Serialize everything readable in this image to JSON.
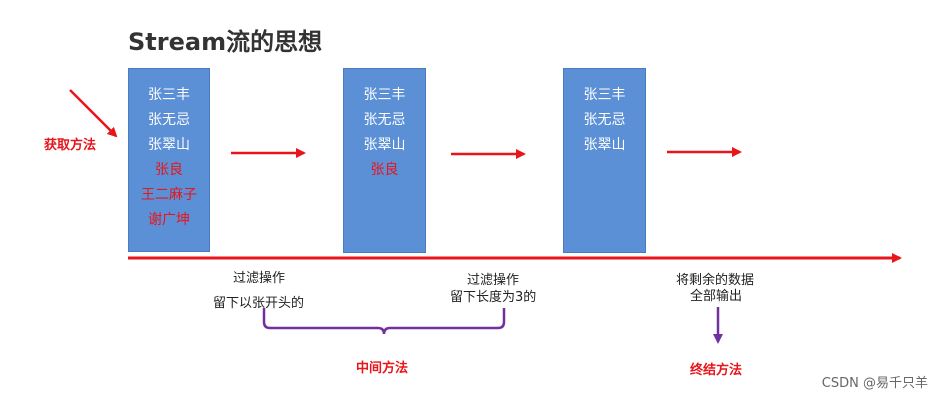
{
  "title": "Stream流的思想",
  "colors": {
    "box": "#5b8fd6",
    "arrow_red": "#e8151b",
    "brace_purple": "#7030a0",
    "name_white": "#ffffff",
    "name_red": "#e8151b"
  },
  "source_label": "获取方法",
  "boxes": [
    {
      "names": [
        {
          "text": "张三丰",
          "highlight": false
        },
        {
          "text": "张无忌",
          "highlight": false
        },
        {
          "text": "张翠山",
          "highlight": false
        },
        {
          "text": "张良",
          "highlight": true
        },
        {
          "text": "王二麻子",
          "highlight": true
        },
        {
          "text": "谢广坤",
          "highlight": true
        }
      ]
    },
    {
      "names": [
        {
          "text": "张三丰",
          "highlight": false
        },
        {
          "text": "张无忌",
          "highlight": false
        },
        {
          "text": "张翠山",
          "highlight": false
        },
        {
          "text": "张良",
          "highlight": true
        }
      ]
    },
    {
      "names": [
        {
          "text": "张三丰",
          "highlight": false
        },
        {
          "text": "张无忌",
          "highlight": false
        },
        {
          "text": "张翠山",
          "highlight": false
        }
      ]
    }
  ],
  "steps": {
    "filter1_line1": "过滤操作",
    "filter1_line2": "留下以张开头的",
    "filter2_line1": "过滤操作",
    "filter2_line2": "留下长度为3的",
    "output_line1": "将剩余的数据",
    "output_line2": "全部输出"
  },
  "intermediate_label": "中间方法",
  "terminal_label": "终结方法",
  "watermark": "CSDN @易千只羊"
}
